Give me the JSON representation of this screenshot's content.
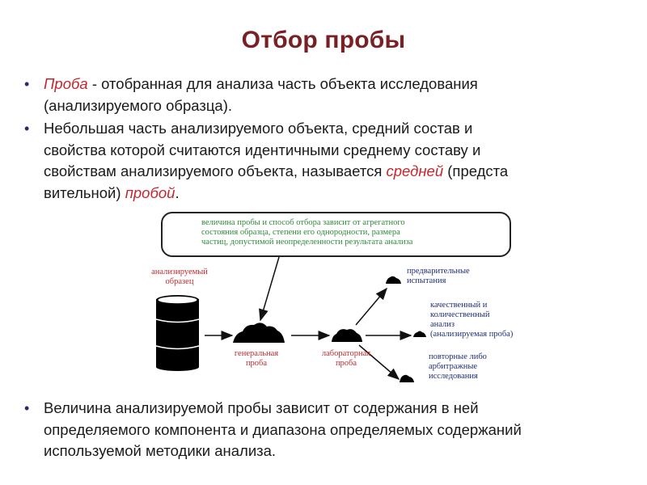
{
  "title": "Отбор пробы",
  "bullets": [
    {
      "term": "Проба",
      "line1_rest": " - отобранная для анализа часть объекта исследования",
      "line2": "(анализируемого образца)."
    },
    {
      "line1": "Небольшая часть анализируемого объекта, средний состав и",
      "line2": "свойства которой считаются идентичными среднему составу и",
      "line3_before": "свойствам анализируемого объекта, называется ",
      "line3_term": "средней",
      "line3_after": " (предста",
      "line4_before": "вительной) ",
      "line4_term": "пробой",
      "line4_after": "."
    }
  ],
  "bottom_bullet": {
    "line1": "Величина анализируемой пробы зависит от содержания в ней",
    "line2": "определяемого компонента и диапазона определяемых содержаний",
    "line3": "используемой методики анализа."
  },
  "diagram": {
    "note_lines": [
      "величина пробы и способ отбора зависит от агрегатного",
      "состояния образца, степени его однородности, размера",
      "частиц, допустимой неопределенности результата анализа"
    ],
    "analyzed_sample": [
      "анализируемый",
      "образец"
    ],
    "general_sample": [
      "генеральная",
      "проба"
    ],
    "lab_sample": [
      "лабораторная",
      "проба"
    ],
    "preliminary": [
      "предварительные",
      "испытания"
    ],
    "qual_quant": [
      "качественный и",
      "количественный",
      "анализ",
      "(анализируемая проба)"
    ],
    "repeat": [
      "повторные либо",
      "арбитражные",
      "исследования"
    ]
  },
  "colors": {
    "title": "#7a1f24",
    "term": "#c4262e",
    "note_text": "#2f8a3a",
    "label_red": "#c0282e",
    "label_blue": "#1f2f7a"
  }
}
